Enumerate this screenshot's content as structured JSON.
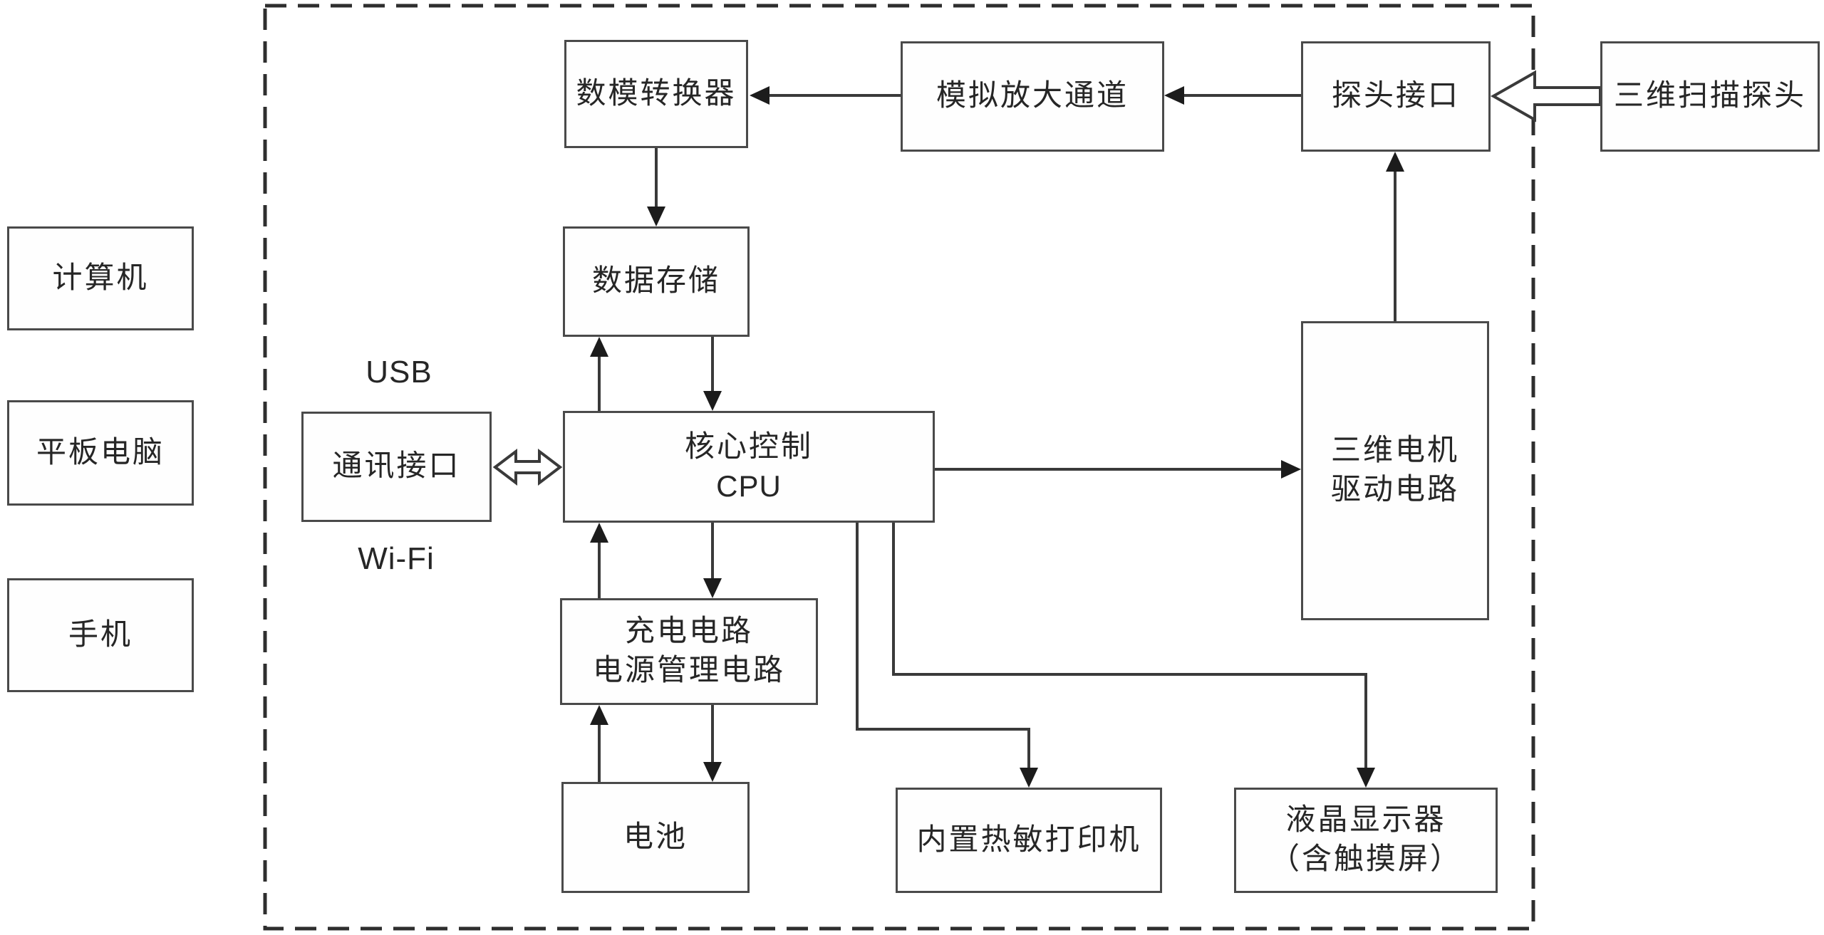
{
  "diagram": {
    "colors": {
      "line": "#3a3a3a",
      "box_border": "#4a4a4a",
      "box_fill": "#fefefe",
      "text": "#262626",
      "background": "#ffffff"
    },
    "outer": {
      "computer": {
        "label": "计算机"
      },
      "tablet": {
        "label": "平板电脑"
      },
      "phone": {
        "label": "手机"
      },
      "scan_probe": {
        "label": "三维扫描探头"
      }
    },
    "inner": {
      "dac": {
        "label": "数模转换器"
      },
      "amp_channel": {
        "label": "模拟放大通道"
      },
      "probe_interface": {
        "label": "探头接口"
      },
      "data_storage": {
        "label": "数据存储"
      },
      "comm_interface": {
        "label": "通讯接口"
      },
      "cpu": {
        "line1": "核心控制",
        "line2": "CPU"
      },
      "motor_driver": {
        "line1": "三维电机",
        "line2": "驱动电路"
      },
      "power": {
        "line1": "充电电路",
        "line2": "电源管理电路"
      },
      "battery": {
        "label": "电池"
      },
      "thermal_printer": {
        "label": "内置热敏打印机"
      },
      "lcd": {
        "line1": "液晶显示器",
        "line2": "（含触摸屏）"
      }
    },
    "connection_labels": {
      "usb": "USB",
      "wifi": "Wi-Fi"
    }
  }
}
